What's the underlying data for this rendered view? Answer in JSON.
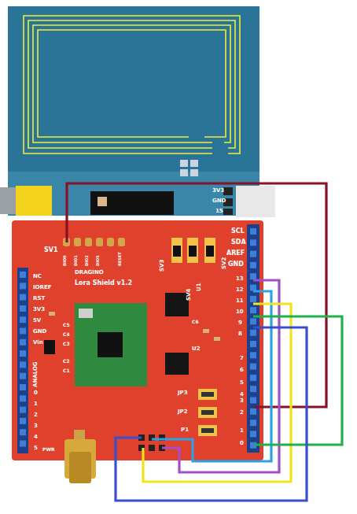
{
  "diagram": {
    "nodes": [
      {
        "text": [
          "Lora Shield v1.2"
        ]
      }
    ],
    "labels": [
      "3V3",
      "GND",
      "15",
      "SV1",
      "DIO0",
      "DIO1",
      "DIO2",
      "DIO5",
      "RESET",
      "SV3",
      "SV2",
      "SV4",
      "U1",
      "SCL",
      "SDA",
      "AREF",
      "GND",
      "13",
      "12",
      "11",
      "10",
      "9",
      "8",
      "7",
      "6",
      "5",
      "4",
      "3",
      "2",
      "1",
      "0",
      "NC",
      "IOREF",
      "RST",
      "3V3",
      "5V",
      "GND",
      "Vin",
      "ANALOG",
      "0",
      "1",
      "2",
      "3",
      "4",
      "5",
      "C5",
      "C4",
      "C3",
      "C2",
      "C1",
      "C6",
      "U2",
      "JP3",
      "JP2",
      "P1",
      "PWR",
      "DRAGINO"
    ]
  }
}
